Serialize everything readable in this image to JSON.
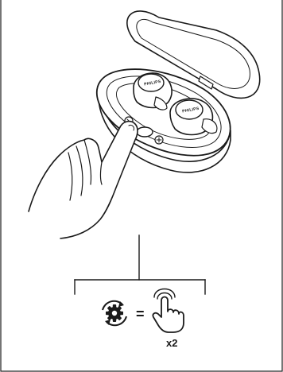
{
  "illustration": {
    "left_earbud_brand": "PHILIPS",
    "right_earbud_brand": "PHILIPS"
  },
  "legend": {
    "reset_icon": "gear-reset-icon",
    "equals_sign": "=",
    "action_icon": "finger-tap-icon",
    "multiplier": "x2"
  },
  "colors": {
    "line": "#1a1a1a",
    "background": "#ffffff"
  }
}
